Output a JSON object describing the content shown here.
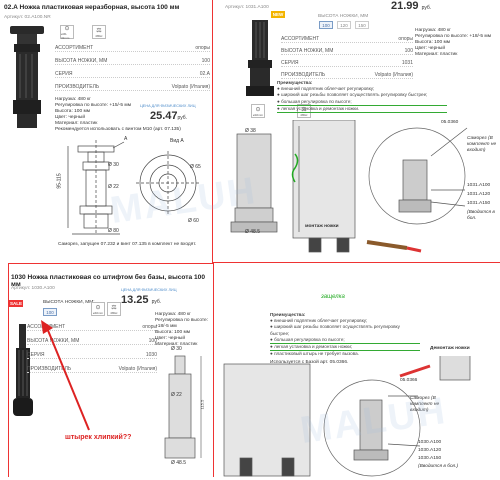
{
  "p1": {
    "title": "02.A Ножка пластиковая неразборная, высота 100 мм",
    "article": "Артикул: 02.A100.NR",
    "specs": [
      {
        "k": "АССОРТИМЕНТ",
        "v": "опоры"
      },
      {
        "k": "ВЫСОТА НОЖКИ, ММ",
        "v": "100"
      },
      {
        "k": "СЕРИЯ",
        "v": "02.А"
      },
      {
        "k": "ПРОИЗВОДИТЕЛЬ",
        "v": "Volpato (Италия)"
      }
    ],
    "props": [
      "Нагрузка: 480 кг",
      "Регулировка по высоте: +15/-5 мм",
      "Высота: 100 мм",
      "Цвет: черный",
      "Материал: пластик"
    ],
    "price_note": "ЦЕНА ДЛЯ ФИЗИЧЕСКИХ ЛИЦ",
    "price": "25.47",
    "currency": "руб.",
    "footnote": "Рекомендуется использовать с винтом М10 (арт. 07.135)",
    "caption": "Саморез, запущен 07.232 и винт 07.135 в комплект не входят.",
    "dims": [
      "Ø 65",
      "Ø 30",
      "Ø 22",
      "Ø 60",
      "Ø 80",
      "A",
      "Вид А",
      "95-115"
    ],
    "thumb1": "ø30-32mm",
    "thumb2": "480кг"
  },
  "p2": {
    "new_badge": "NEW",
    "title_fragment": "ВЫСОТА НОЖКИ, ММ",
    "article": "Артикул: 1031.A100",
    "price": "21.99",
    "currency": "руб.",
    "heights": [
      "100",
      "120",
      "150"
    ],
    "specs": [
      {
        "k": "АССОРТИМЕНТ",
        "v": "опоры"
      },
      {
        "k": "ВЫСОТА НОЖКИ, ММ",
        "v": "100"
      },
      {
        "k": "СЕРИЯ",
        "v": "1031"
      },
      {
        "k": "ПРОИЗВОДИТЕЛЬ",
        "v": "Volpato (Италия)"
      }
    ],
    "props": [
      "Нагрузка: 480 кг",
      "Регулировка по высоте: +18/-5 мм",
      "Высота: 100 мм",
      "Цвет: черный",
      "Материал: пластик"
    ],
    "adv_title": "Преимущества:",
    "adv": [
      "внешний подпятник облегчает регулировку;",
      "широкий шаг резьбы позволяет осуществлять регулировку быстрее;",
      "большая регулировка по высоте;",
      "легкая установка и демонтаж ножки."
    ],
    "labels": [
      "05.0360",
      "Саморез (В комплект не входит)",
      "1031.A100",
      "1031.A120",
      "1031.A150",
      "(Вводится в бол.",
      "монтаж ножки",
      "Ø 48.5",
      "Ø 38"
    ],
    "handwritten": "защелка",
    "thumb1": "ø32mm",
    "thumb2": "480кг"
  },
  "p3": {
    "title": "1030 Ножка пластиковая со штифтом без базы, высота 100 мм",
    "article": "Артикул: 1030.A100",
    "sale_badge": "SALE",
    "height_label": "ВЫСОТА НОЖКИ, ММ:",
    "height_value": "100",
    "price_note": "ЦЕНА ДЛЯ ФИЗИЧЕСКИХ ЛИЦ",
    "price": "13.25",
    "currency": "руб.",
    "specs": [
      {
        "k": "АССОРТИМЕНТ",
        "v": "опоры"
      },
      {
        "k": "ВЫСОТА НОЖКИ, ММ",
        "v": "100"
      },
      {
        "k": "СЕРИЯ",
        "v": "1030"
      },
      {
        "k": "ПРОИЗВОДИТЕЛЬ",
        "v": "Volpato (Италия)"
      }
    ],
    "props": [
      "Нагрузка: 480 кг",
      "Регулировка по высоте: +18/-5 мм",
      "Высота: 100 мм",
      "Цвет: черный",
      "Материал: пластик"
    ],
    "adv_title": "Преимущества:",
    "adv": [
      "внешний подпятник облегчает регулировку;",
      "широкий шаг резьбы позволяет осуществлять регулировку быстрее;",
      "большая регулировка по высоте;",
      "легкая установка и демонтаж ножки;",
      "пластиковый штырь не требует вызова."
    ],
    "base_note": "Используется с Базой арт. 05.0366.",
    "labels": [
      "Ø 30",
      "Ø 22",
      "Ø 48.5",
      "115.5",
      "Демонтаж ножки",
      "05.0366",
      "Саморез (В комплект не входит)",
      "1030.A100",
      "1030.A120",
      "1030.A150",
      "(Вводится в бол.)"
    ],
    "annotation": "штырек хлипкий??",
    "thumb1": "ø40mm",
    "thumb2": "480кг"
  },
  "watermark": "MALUH"
}
